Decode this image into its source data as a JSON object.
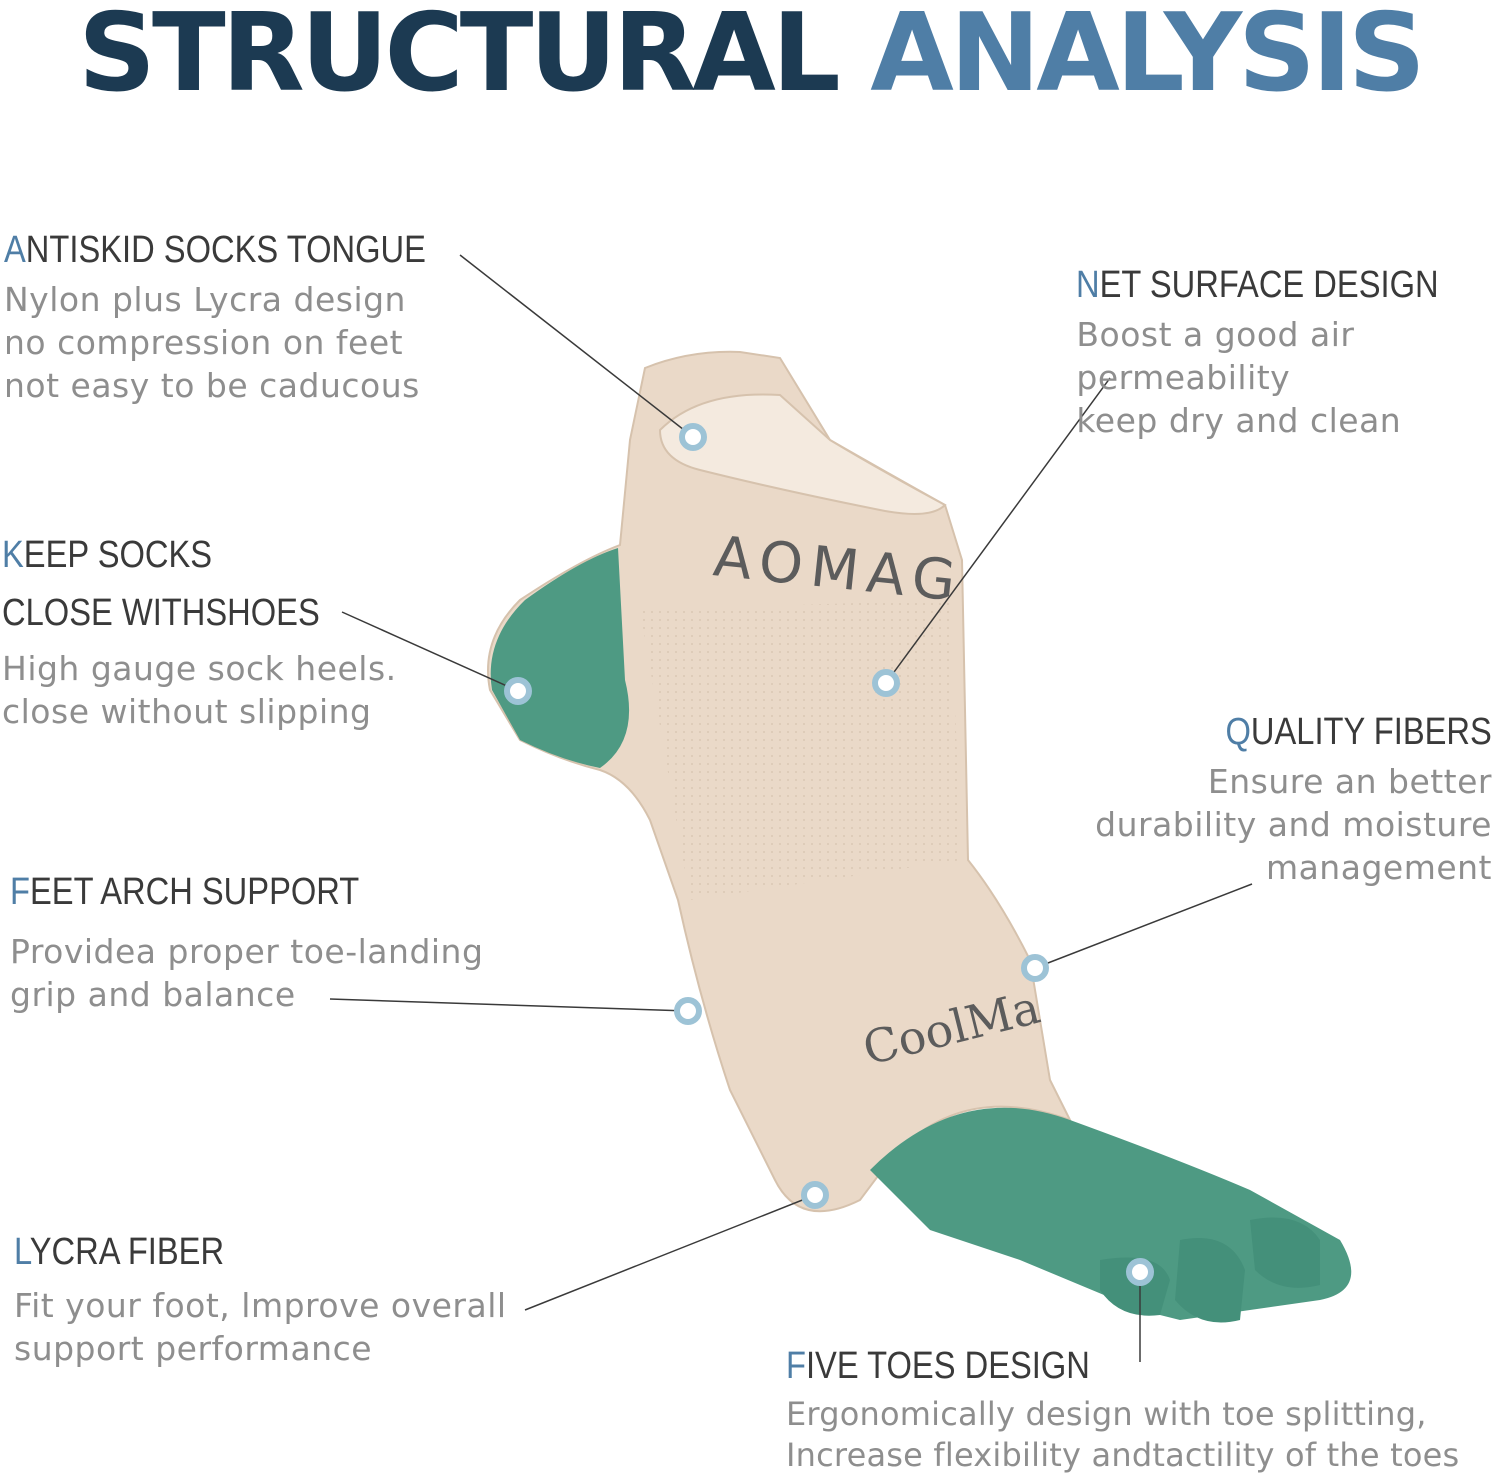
{
  "title": {
    "part1": "STRUCTURAL",
    "part2": "ANALYSIS"
  },
  "sock": {
    "brand_text": "AOMAG",
    "sole_text": "CoolMa"
  },
  "colors": {
    "title_dark": "#1c3a52",
    "title_accent": "#4f7ea6",
    "sock_beige": "#ead9c8",
    "sock_green": "#4e9a83",
    "marker": "#9dc3d6"
  },
  "callouts": {
    "tongue": {
      "initial": "A",
      "rest": "NTISKID SOCKS TONGUE",
      "desc": "Nylon plus Lycra design\nno compression on feet\nnot easy to be caducous"
    },
    "net": {
      "initial": "N",
      "rest": "ET SURFACE DESIGN",
      "desc": "Boost a good air\npermeability\nkeep dry and clean"
    },
    "keep": {
      "line1_initial": "K",
      "line1_rest": "EEP SOCKS",
      "line2": "CLOSE WITHSHOES",
      "desc": "High gauge sock heels.\nclose without slipping"
    },
    "quality": {
      "initial": "Q",
      "rest": "UALITY FIBERS",
      "desc": "Ensure an better\ndurability and moisture\nmanagement"
    },
    "arch": {
      "initial": "F",
      "rest": "EET ARCH SUPPORT",
      "desc": "Providea proper toe-landing\ngrip and balance"
    },
    "lycra": {
      "initial": "L",
      "rest": "YCRA FIBER",
      "desc": "Fit your foot, lmprove overall\nsupport performance"
    },
    "toes": {
      "initial": "F",
      "rest": "IVE TOES DESIGN",
      "desc": "Ergonomically design with toe splitting,\nIncrease flexibility andtactility of the toes"
    }
  }
}
